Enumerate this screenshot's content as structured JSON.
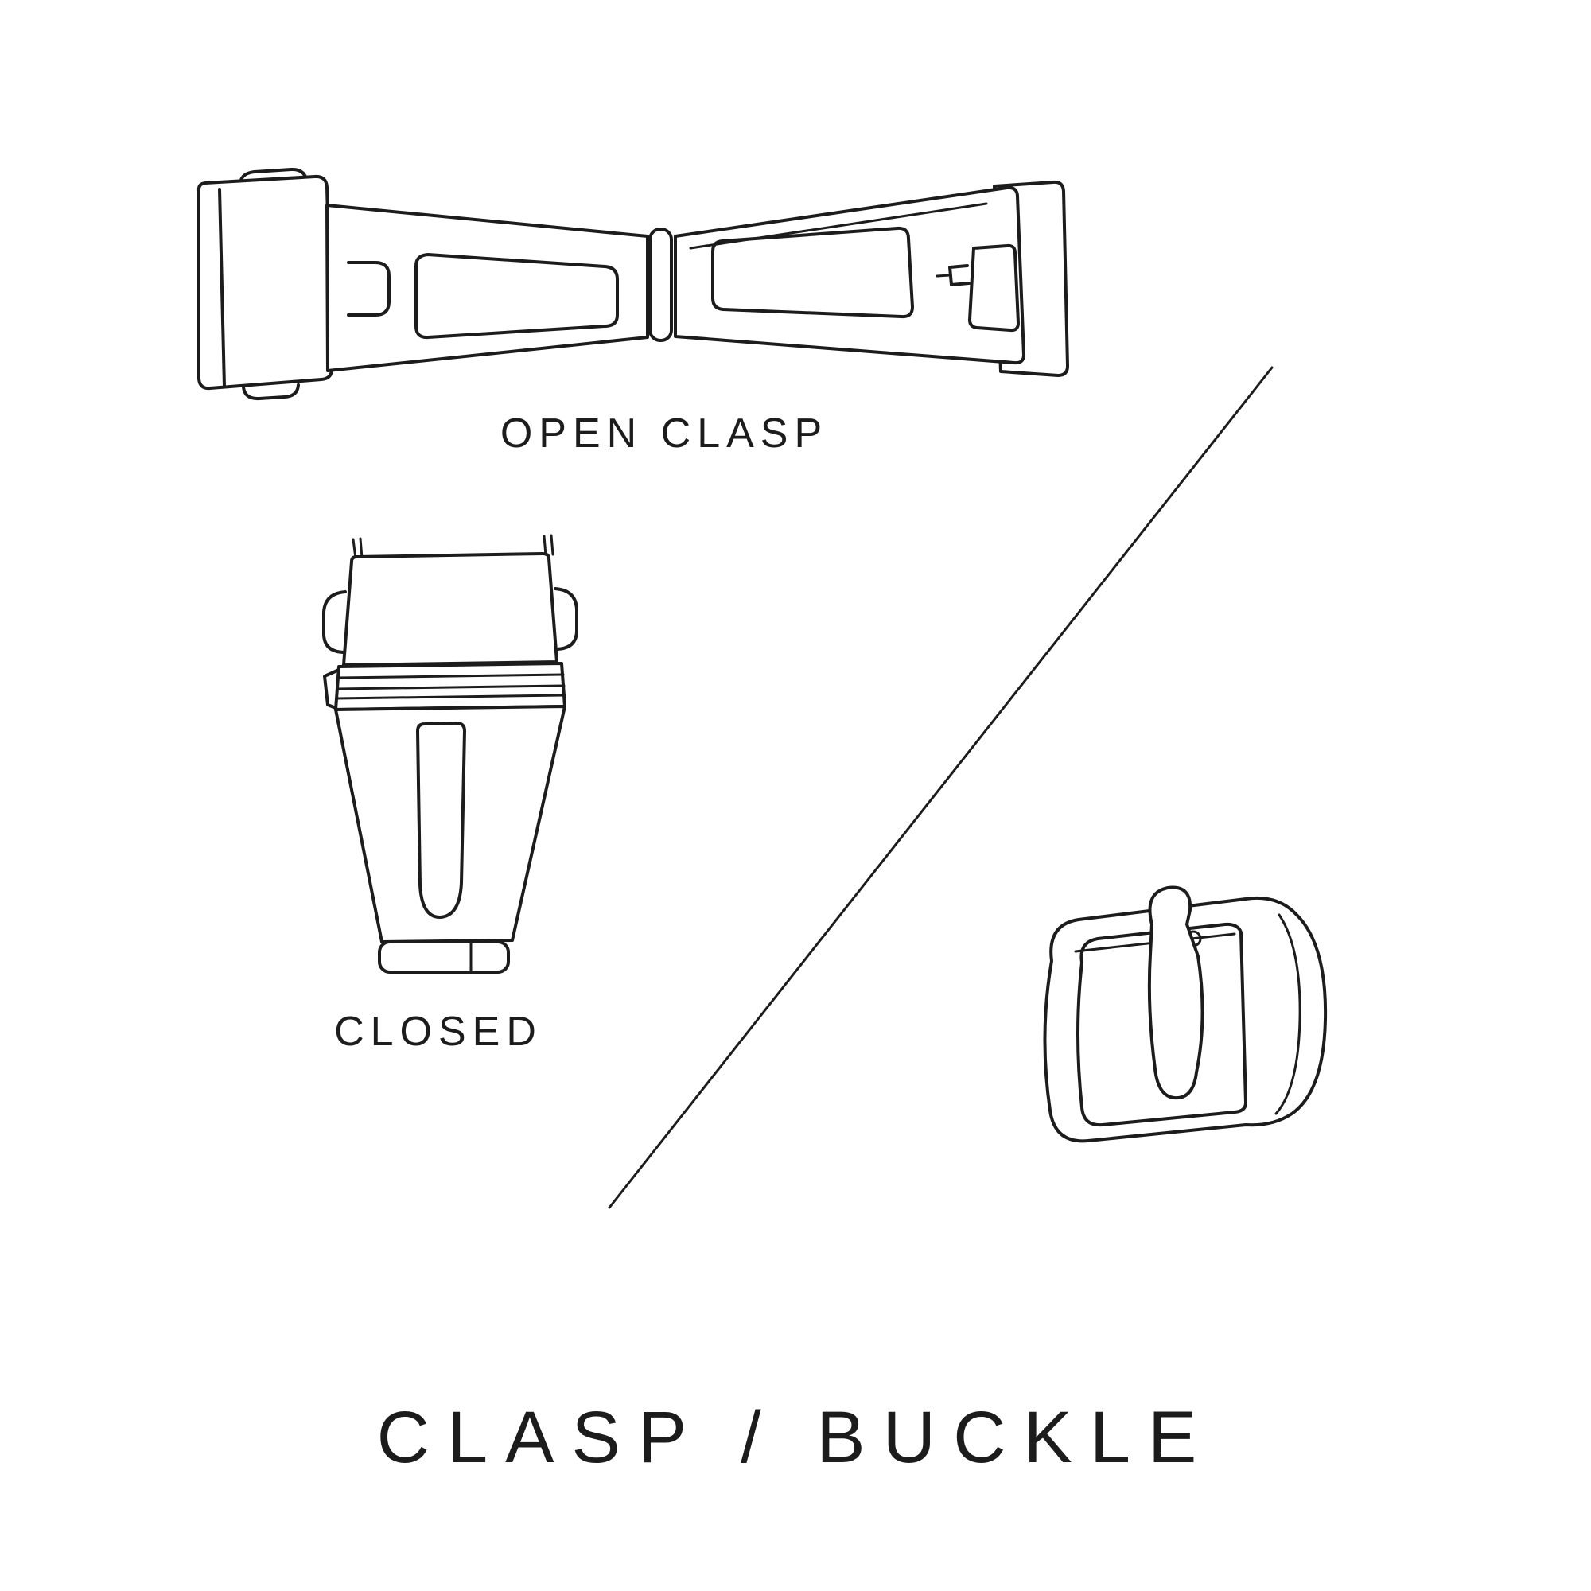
{
  "colors": {
    "background": "#ffffff",
    "line": "#1c1c1c"
  },
  "labels": {
    "open_clasp": "OPEN CLASP",
    "closed": "CLOSED",
    "title": "CLASP / BUCKLE"
  },
  "illustrations": {
    "open_clasp": "open-deployant-clasp-line-drawing",
    "closed_clasp": "closed-deployant-clasp-line-drawing",
    "buckle": "tang-buckle-line-drawing",
    "divider": "diagonal-divider-line"
  }
}
